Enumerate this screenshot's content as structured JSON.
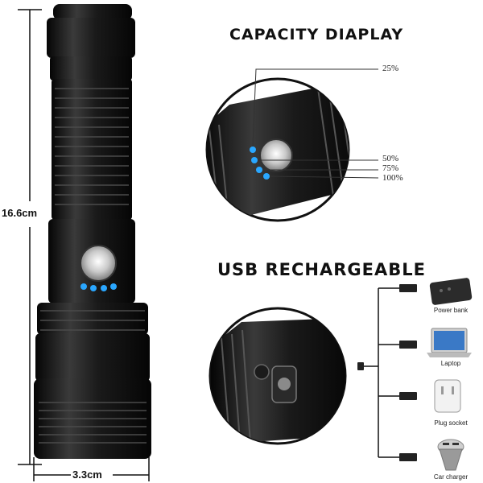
{
  "product": {
    "height_label": "16.6cm",
    "width_label": "3.3cm"
  },
  "capacity": {
    "title": "CAPACITY DIAPLAY",
    "levels": [
      "25%",
      "50%",
      "75%",
      "100%"
    ]
  },
  "usb": {
    "title": "USB RECHARGEABLE",
    "devices": [
      "Power bank",
      "Laptop",
      "Plug socket",
      "Car charger"
    ]
  },
  "colors": {
    "indicator": "#2aa7ff",
    "body": "#151515"
  }
}
